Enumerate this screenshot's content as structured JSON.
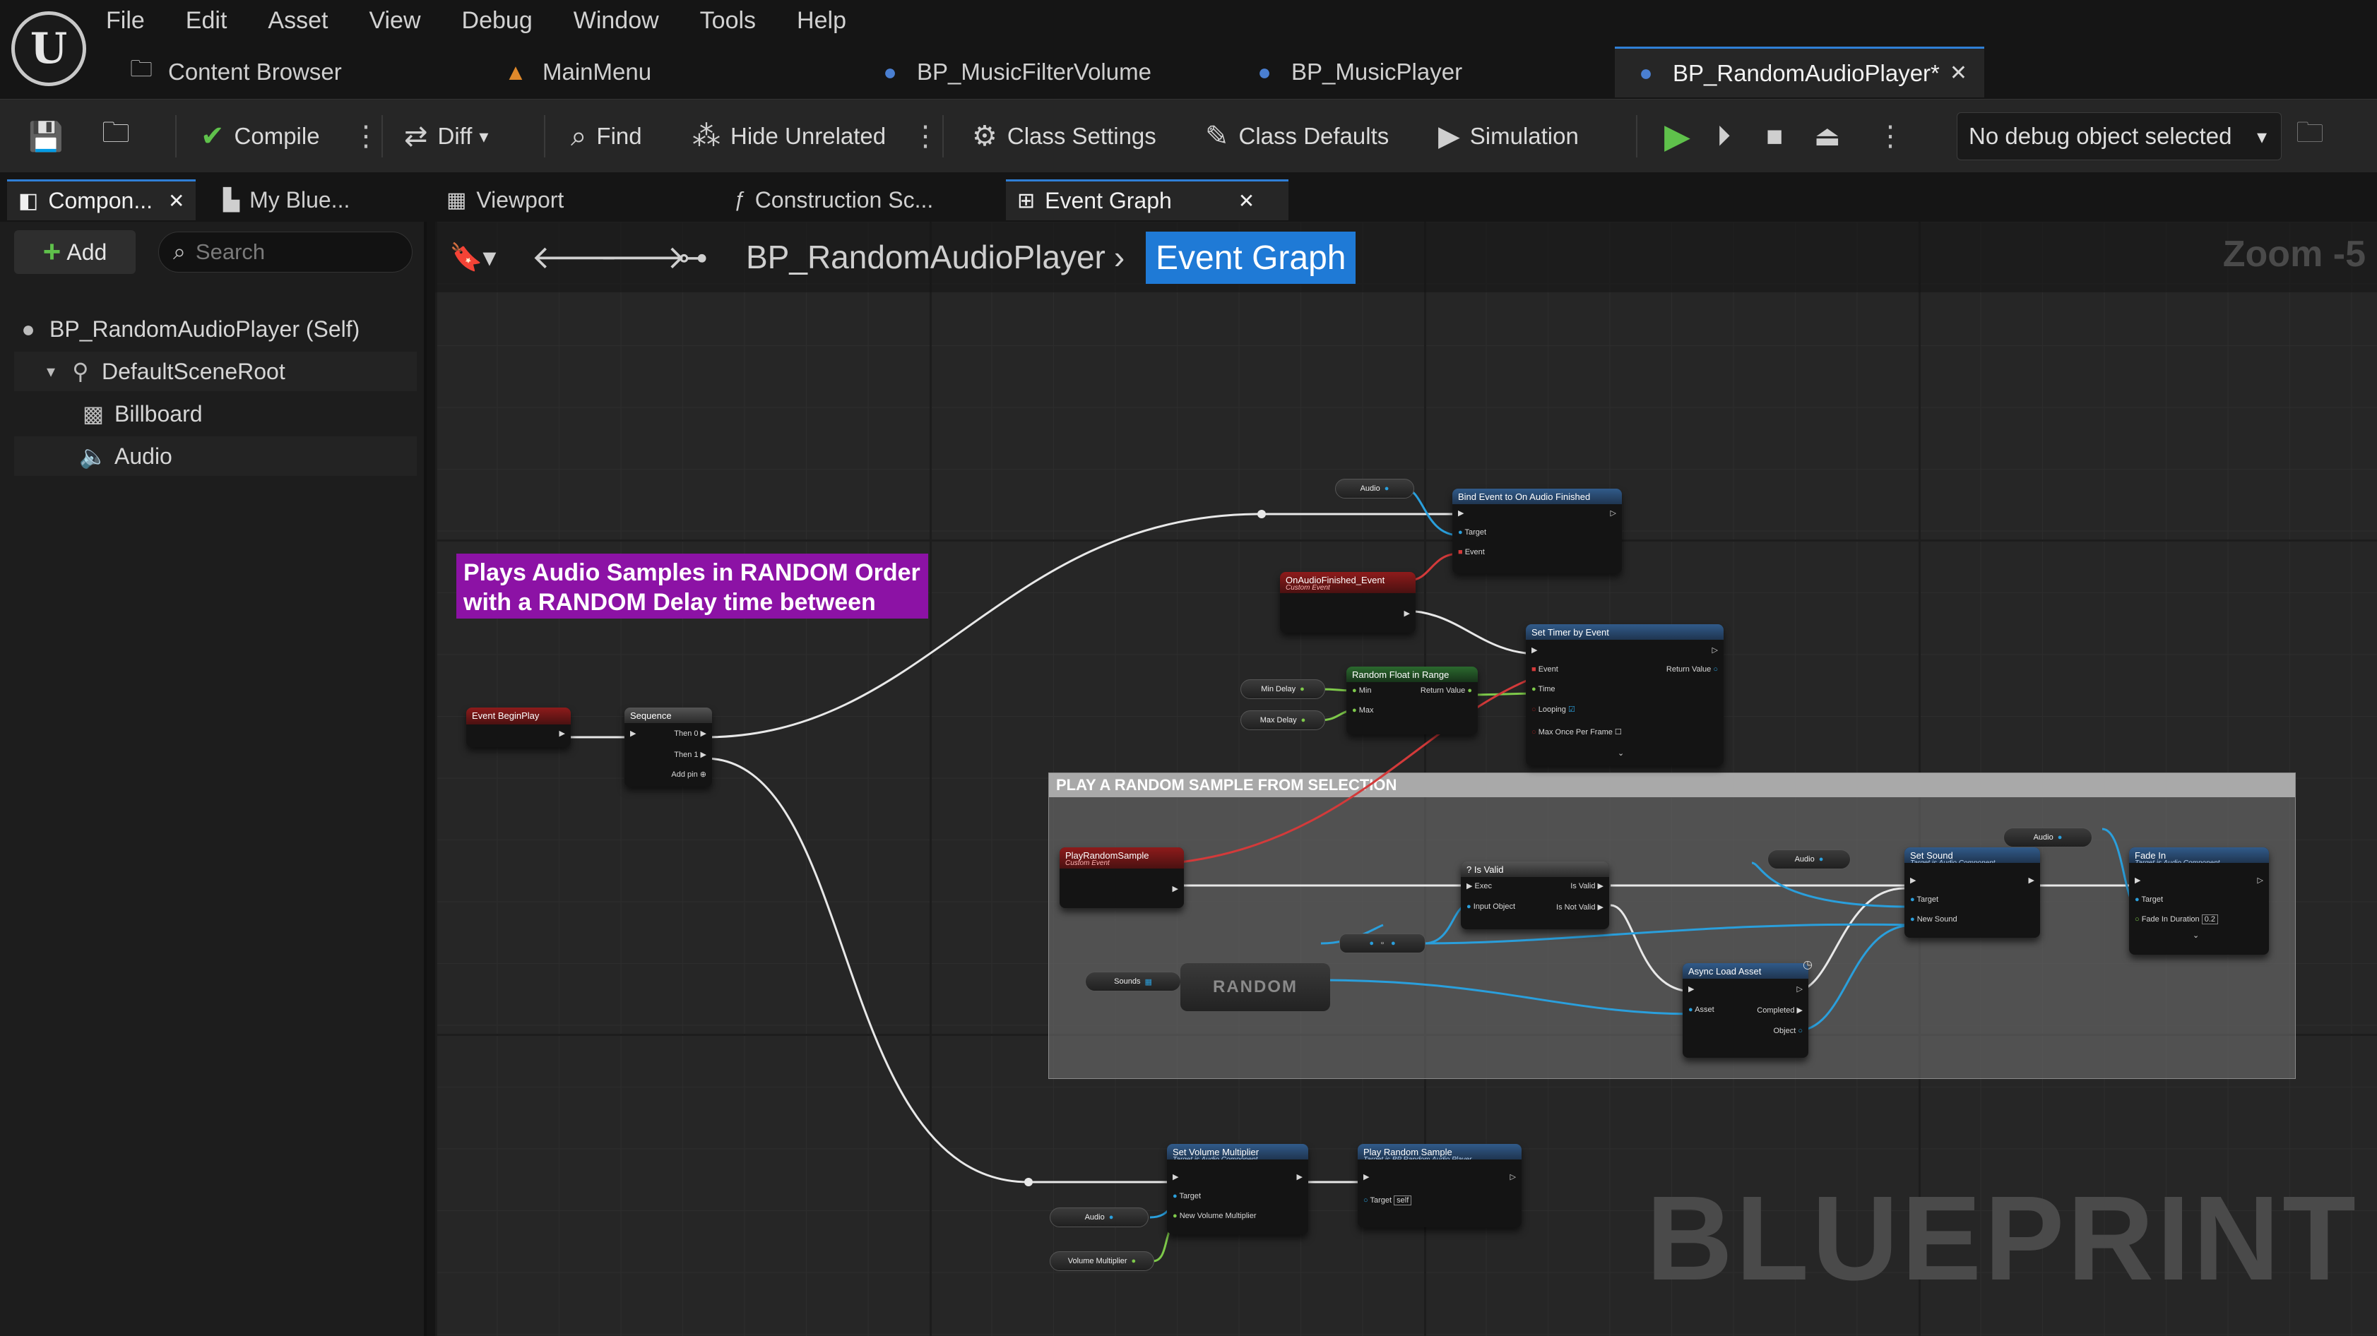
{
  "app": {
    "logo_glyph": "U"
  },
  "menu": [
    "File",
    "Edit",
    "Asset",
    "View",
    "Debug",
    "Window",
    "Tools",
    "Help"
  ],
  "doc_tabs": [
    {
      "label": "Content Browser",
      "icon": "folder-search-icon"
    },
    {
      "label": "MainMenu",
      "icon": "level-icon"
    },
    {
      "label": "BP_MusicFilterVolume",
      "icon": "blueprint-icon"
    },
    {
      "label": "BP_MusicPlayer",
      "icon": "blueprint-icon"
    },
    {
      "label": "BP_RandomAudioPlayer*",
      "icon": "blueprint-icon",
      "active": true
    }
  ],
  "toolbar": {
    "compile": "Compile",
    "diff": "Diff",
    "find": "Find",
    "hide_unrelated": "Hide Unrelated",
    "class_settings": "Class Settings",
    "class_defaults": "Class Defaults",
    "simulation": "Simulation",
    "debug_object": "No debug object selected"
  },
  "panel_tabs": {
    "components": "Compon...",
    "my_blueprint": "My Blue...",
    "viewport": "Viewport",
    "construction": "Construction Sc...",
    "event_graph": "Event Graph"
  },
  "components": {
    "add_label": "Add",
    "search_placeholder": "Search",
    "tree": [
      "BP_RandomAudioPlayer (Self)",
      "DefaultSceneRoot",
      "Billboard",
      "Audio"
    ]
  },
  "graph": {
    "breadcrumb_parent": "BP_RandomAudioPlayer",
    "breadcrumb_current": "Event Graph",
    "zoom": "Zoom -5",
    "watermark": "BLUEPRINT",
    "comment_top": [
      "Plays Audio Samples in RANDOM Order",
      "with a RANDOM Delay time between"
    ],
    "comment_group": "PLAY A RANDOM SAMPLE FROM SELECTION",
    "nodes": {
      "event_begin_play": "Event BeginPlay",
      "sequence": "Sequence",
      "then0": "Then 0",
      "then1": "Then 1",
      "add_pin": "Add pin",
      "audio_var": "Audio",
      "bind_event": "Bind Event to On Audio Finished",
      "target": "Target",
      "event": "Event",
      "on_audio_finished": "OnAudioFinished_Event",
      "custom_event": "Custom Event",
      "set_timer": "Set Timer by Event",
      "return_value": "Return Value",
      "time": "Time",
      "looping": "Looping",
      "max_once": "Max Once Per Frame",
      "random_float": "Random Float in Range",
      "min": "Min",
      "max": "Max",
      "min_delay": "Min Delay",
      "max_delay": "Max Delay",
      "play_random_sample_event": "PlayRandomSample",
      "is_valid": "Is Valid",
      "exec": "Exec",
      "is_valid_out": "Is Valid",
      "is_not_valid": "Is Not Valid",
      "input_object": "Input Object",
      "sounds": "Sounds",
      "random": "RANDOM",
      "async_load": "Async Load Asset",
      "asset": "Asset",
      "completed": "Completed",
      "object": "Object",
      "set_sound": "Set Sound",
      "target_audio_component": "Target is Audio Component",
      "new_sound": "New Sound",
      "fade_in": "Fade In",
      "fade_in_duration": "Fade In Duration",
      "fade_value": "0.2",
      "set_volume": "Set Volume Multiplier",
      "new_volume": "New Volume Multiplier",
      "volume_multiplier": "Volume Multiplier",
      "play_random_sample": "Play Random Sample",
      "target_bp": "Target is BP Random Audio Player",
      "self": "self"
    }
  },
  "colors": {
    "accent": "#1f7ad6",
    "comment_purple": "#8c12a5",
    "play_green": "#5fc14b"
  }
}
